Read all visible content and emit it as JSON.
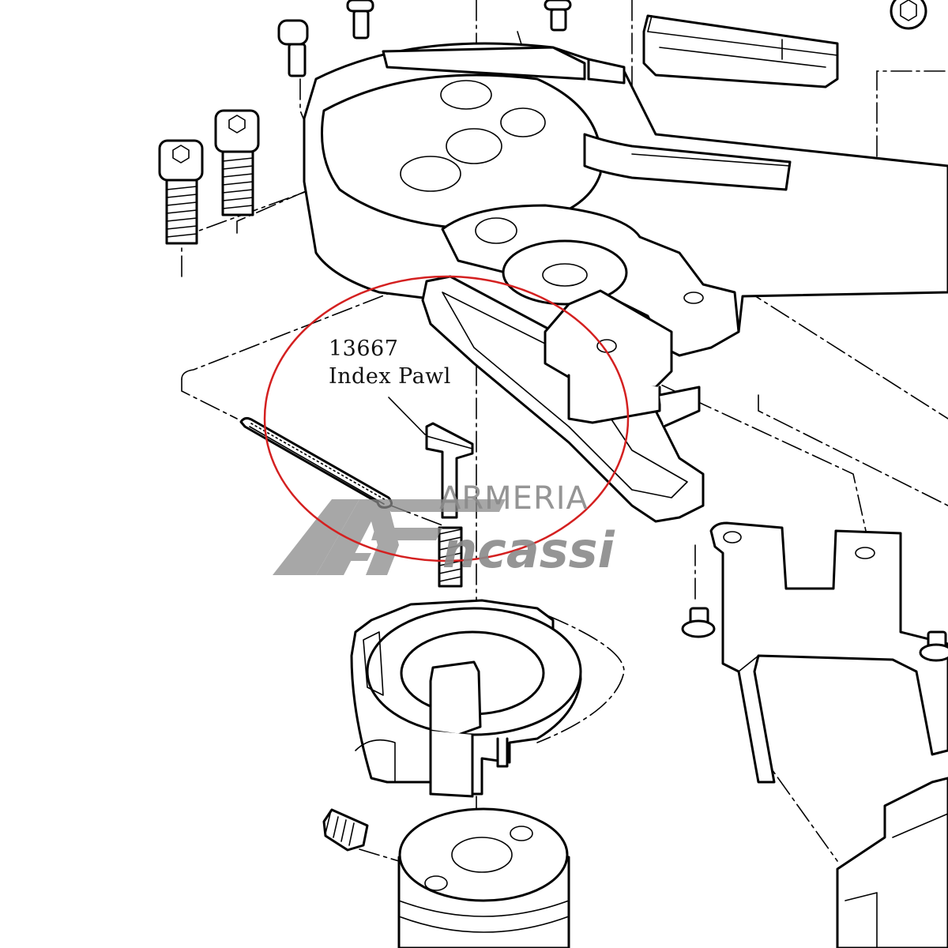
{
  "callout": {
    "part_number": "13667",
    "part_name": "Index Pawl"
  },
  "watermark": {
    "line1": "ARMERIA",
    "line2": "ncassi",
    "logo_letters": "AF"
  },
  "colors": {
    "line": "#000000",
    "highlight_circle": "#d42020",
    "watermark": "#8a8a8a",
    "background": "#ffffff"
  }
}
